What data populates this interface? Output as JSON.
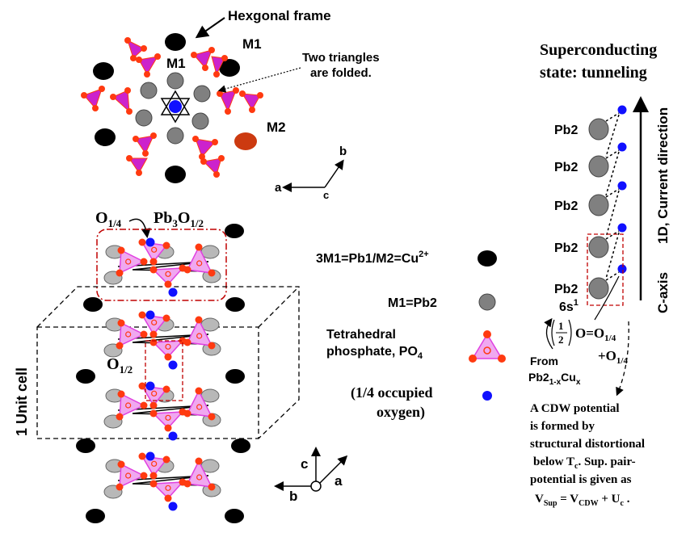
{
  "colors": {
    "tetra_fill": "#e040e0",
    "tetra_pale": "#f0a8f0",
    "oxygen_red": "#ff3a10",
    "pb2_gray": "#808080",
    "m1_gray": "#b8b8b8",
    "pb1_black": "#000000",
    "m2_red": "#cc3a10",
    "blue_o": "#1010ff",
    "box_red": "#c00000"
  },
  "top": {
    "frame_label": "Hexgonal frame",
    "m1_label_a": "M1",
    "m1_label_b": "M1",
    "m2_label": "M2",
    "folded_note_1": "Two triangles",
    "folded_note_2": "are folded.",
    "axis_a": "a",
    "axis_b": "b",
    "axis_c": "c"
  },
  "side": {
    "o14_main": "O",
    "o14_sub": "1/4",
    "pb3_main": "Pb",
    "pb3_sub1": "3",
    "pb3_o": "O",
    "pb3_sub2": "1/2",
    "o12_main": "O",
    "o12_sub": "1/2",
    "unit_cell": "1 Unit cell",
    "axis_c": "c",
    "axis_b": "b",
    "axis_a": "a"
  },
  "legend": {
    "pb1_main": "3M1=Pb1/M2=Cu",
    "pb1_sup": "2+",
    "pb2": "M1=Pb2",
    "tetra_1": "Tetrahedral",
    "tetra_2_main": "phosphate, PO",
    "tetra_2_sub": "4",
    "oxy_1": "(1/4 occupied",
    "oxy_2": "oxygen)"
  },
  "right": {
    "title_1": "Superconducting",
    "title_2": "state: tunneling",
    "pb2_labels": [
      "Pb2",
      "Pb2",
      "Pb2",
      "Pb2",
      "Pb2"
    ],
    "six_s_main": "6s",
    "six_s_sup": "1",
    "current_dir": "1D, Current direction",
    "c_axis": "C-axis",
    "half_num": "1",
    "half_den": "2",
    "eq_main": "O=O",
    "eq_sub": "1/4",
    "plus_main": "+O",
    "plus_sub": "1/4",
    "from_1": "From",
    "from_2_main": "Pb2",
    "from_2_sub": "1-x",
    "from_2_cu": "Cu",
    "from_2_x": "x",
    "cdw_1": "A CDW potential",
    "cdw_2": "is formed by",
    "cdw_3": "structural distortional",
    "cdw_4_main": "below T",
    "cdw_4_sub": "c",
    "cdw_4_rest": ". Sup. pair-",
    "cdw_5": "potential is given as",
    "v_sup": "V",
    "v_sup_sub": "Sup",
    "v_eq": " = V",
    "v_cdw_sub": "CDW",
    "v_plus": " + U",
    "u_sub": "c",
    "v_end": " ."
  }
}
